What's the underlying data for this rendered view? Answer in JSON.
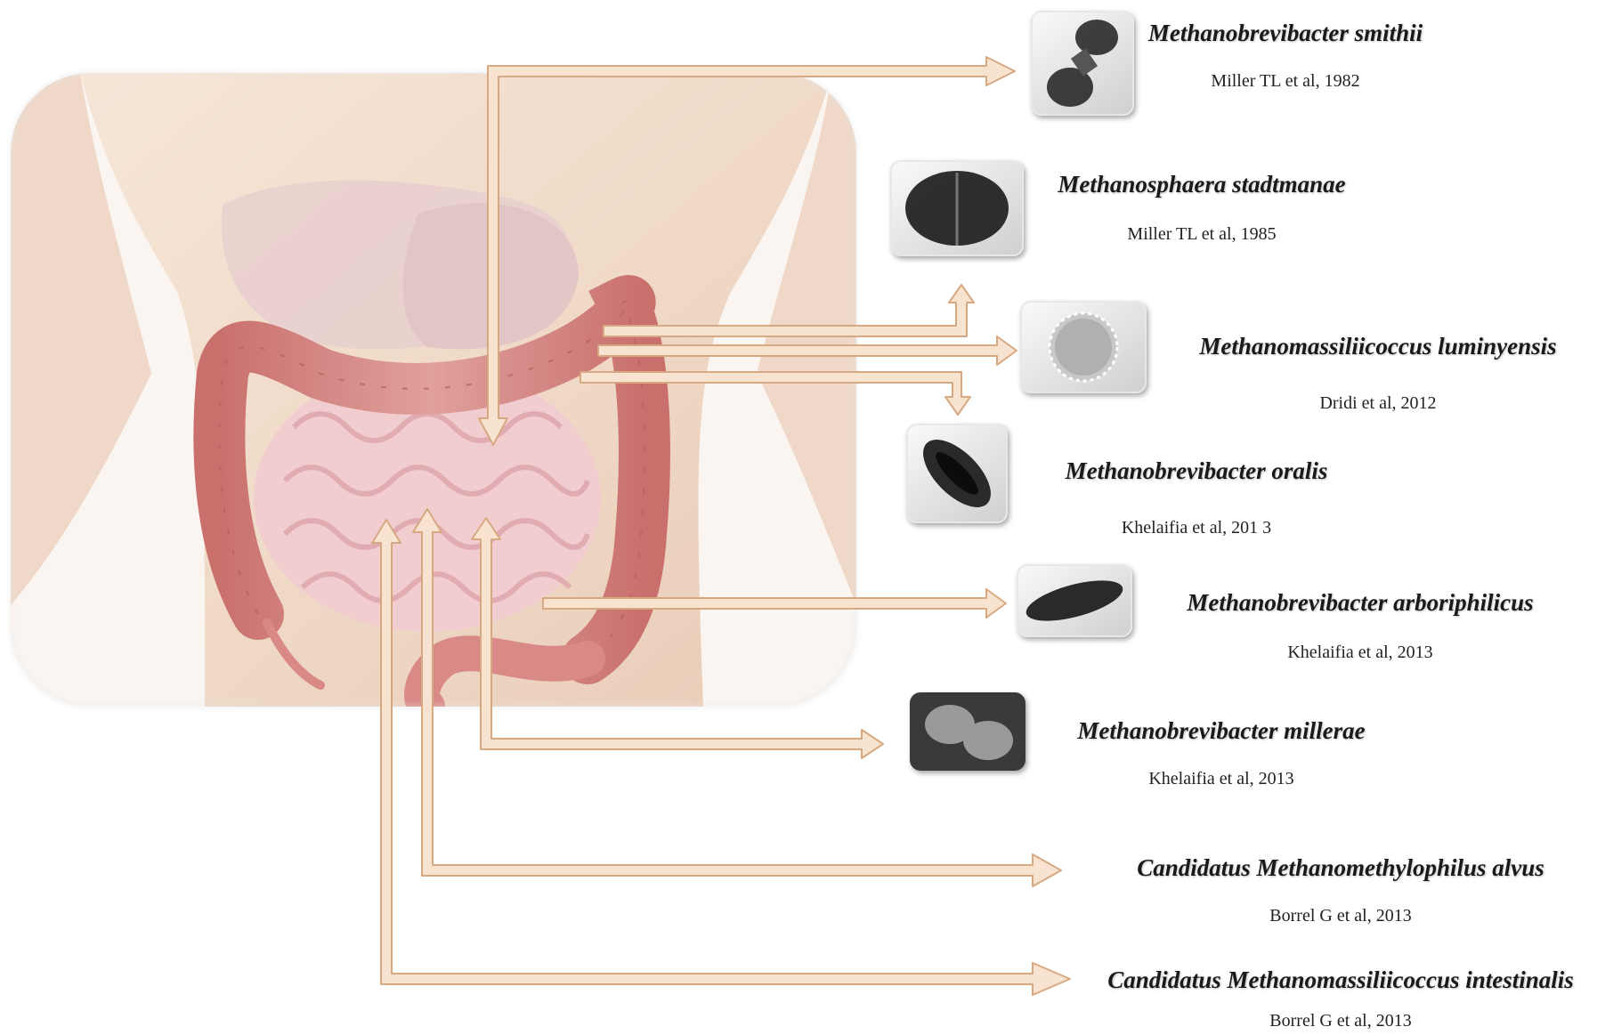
{
  "species": [
    {
      "name": "Methanobrevibacter smithii",
      "citation": "Miller TL et al, 1982"
    },
    {
      "name": "Methanosphaera stadtmanae",
      "citation": "Miller TL et al, 1985"
    },
    {
      "name": "Methanomassiliicoccus luminyensis",
      "citation": "Dridi  et al, 2012"
    },
    {
      "name": "Methanobrevibacter oralis",
      "citation": "Khelaifia et al, 201 3"
    },
    {
      "name": "Methanobrevibacter arboriphilicus",
      "citation": "Khelaifia et al, 2013"
    },
    {
      "name": "Methanobrevibacter millerae",
      "citation": "Khelaifia et al, 2013"
    },
    {
      "name": "Candidatus Methanomethylophilus alvus",
      "citation": "Borrel G et al, 2013"
    },
    {
      "name": "Candidatus Methanomassiliicoccus intestinalis",
      "citation": "Borrel G et al, 2013"
    }
  ],
  "colors": {
    "arrow_fill": "#f7e3cf",
    "arrow_stroke": "#d7a982",
    "skin": "#f2dccb",
    "colon": "#d98a86",
    "small_intestine": "#eec3c5"
  }
}
